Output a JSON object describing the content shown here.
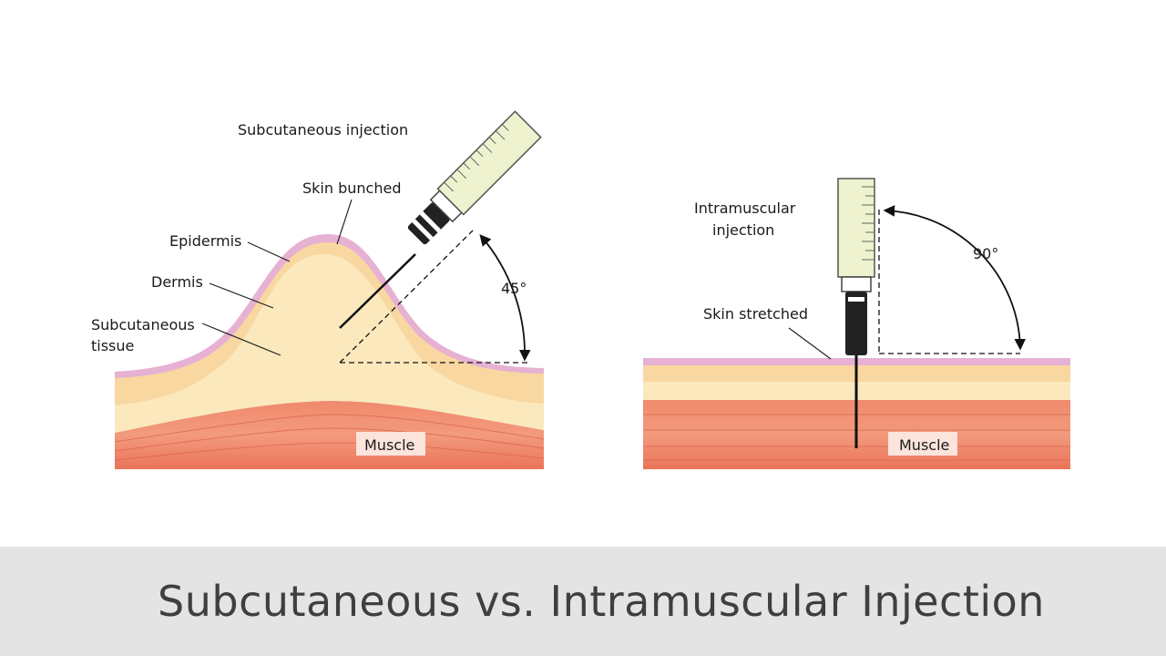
{
  "colors": {
    "epidermis": "#e6b1d3",
    "dermis": "#f9d7a0",
    "subcutaneous": "#fbe9bd",
    "muscle": "#ee7e62",
    "muscle_light": "#f6a58b",
    "syringe_barrel": "#eef2cf",
    "caption_bg": "#e4e4e4",
    "caption_text": "#3f3f3f"
  },
  "left_diagram": {
    "title": "Subcutaneous injection",
    "skin_label": "Skin bunched",
    "epidermis_label": "Epidermis",
    "dermis_label": "Dermis",
    "subcutaneous_label_line1": "Subcutaneous",
    "subcutaneous_label_line2": "tissue",
    "angle_label": "45°",
    "muscle_label": "Muscle"
  },
  "right_diagram": {
    "title_line1": "Intramuscular",
    "title_line2": "injection",
    "skin_label": "Skin stretched",
    "angle_label": "90°",
    "muscle_label": "Muscle"
  },
  "caption": {
    "title": "Subcutaneous vs. Intramuscular Injection"
  }
}
